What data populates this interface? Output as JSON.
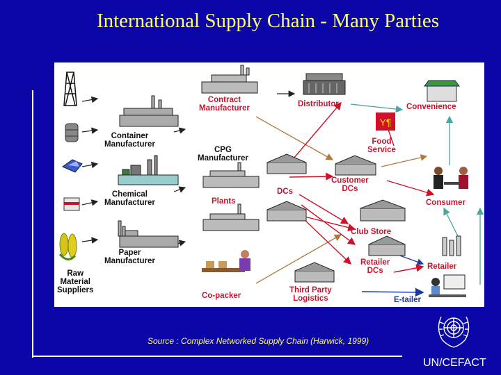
{
  "title": "International Supply Chain - Many Parties",
  "diagram": {
    "suppliers": {
      "container": "Container\nManufacturer",
      "chemical": "Chemical\nManufacturer",
      "paper": "Paper\nManufacturer",
      "raw": "Raw\nMaterial\nSuppliers"
    },
    "middle": {
      "contract": "Contract\nManufacturer",
      "cpg": "CPG\nManufacturer",
      "plants": "Plants",
      "copacker": "Co-packer"
    },
    "distribution": {
      "distributor": "Distributor",
      "dcs": "DCs",
      "customer_dcs": "Customer\nDCs",
      "club_store": "Club Store",
      "retailer_dcs": "Retailer\nDCs",
      "third_party": "Third Party\nLogistics",
      "food_service": "Food\nService"
    },
    "channels": {
      "convenience": "Convenience",
      "consumer": "Consumer",
      "retailer": "Retailer",
      "etailer": "E-tailer"
    }
  },
  "source": "Source : Complex Networked Supply Chain (Harwick, 1999)",
  "organization": "UN/CEFACT",
  "colors": {
    "background": "#0a06a8",
    "title": "#ffff66",
    "red": "#d0102a",
    "navy": "#1a3aa0"
  }
}
